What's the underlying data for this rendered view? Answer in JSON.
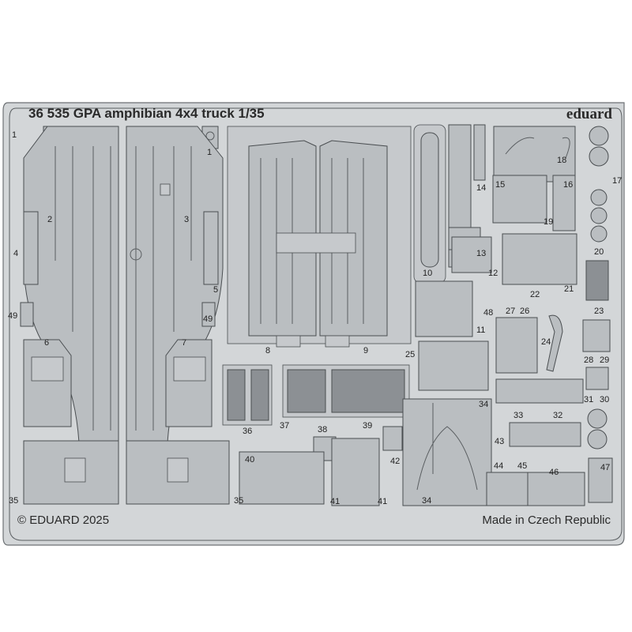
{
  "fret": {
    "title": "36 535  GPA amphibian 4x4 truck  1/35",
    "brand": "eduard",
    "copyright": "© EDUARD 2025",
    "origin": "Made in Czech Republic"
  },
  "colors": {
    "fret": "#d3d6d8",
    "part": "#babec1",
    "outline": "#4a4e51",
    "background": "#ffffff"
  },
  "part_labels": [
    "1",
    "1",
    "2",
    "3",
    "4",
    "5",
    "49",
    "49",
    "6",
    "7",
    "8",
    "9",
    "10",
    "11",
    "48",
    "12",
    "13",
    "14",
    "15",
    "16",
    "17",
    "18",
    "19",
    "20",
    "21",
    "22",
    "23",
    "24",
    "25",
    "26",
    "27",
    "28",
    "29",
    "30",
    "31",
    "32",
    "33",
    "34",
    "34",
    "35",
    "35",
    "36",
    "37",
    "38",
    "39",
    "40",
    "41",
    "41",
    "42",
    "43",
    "44",
    "45",
    "46",
    "47"
  ]
}
